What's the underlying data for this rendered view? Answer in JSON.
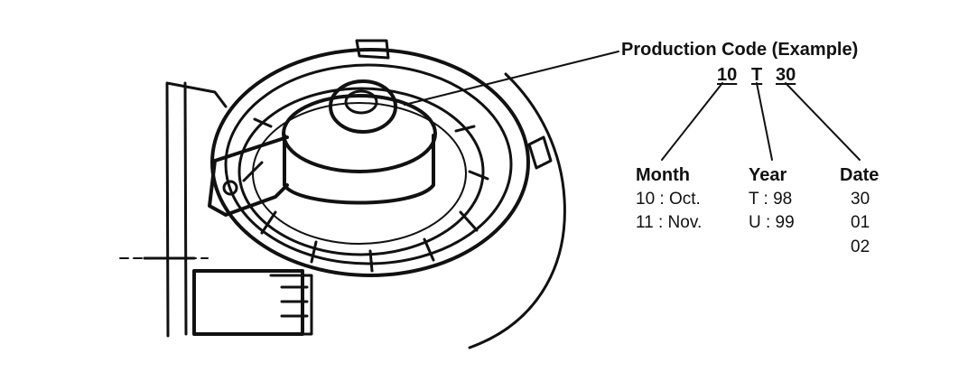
{
  "callout": {
    "title": "Production Code (Example)",
    "code": {
      "month": "10",
      "year": "T",
      "date": "30"
    }
  },
  "legend": {
    "month": {
      "header": "Month",
      "values": [
        "10 : Oct.",
        "11 : Nov."
      ]
    },
    "year": {
      "header": "Year",
      "values": [
        "T : 98",
        "U : 99"
      ]
    },
    "date": {
      "header": "Date",
      "values": [
        "30",
        "01",
        "02"
      ]
    }
  },
  "colors": {
    "ink": "#111111",
    "background": "#ffffff"
  }
}
